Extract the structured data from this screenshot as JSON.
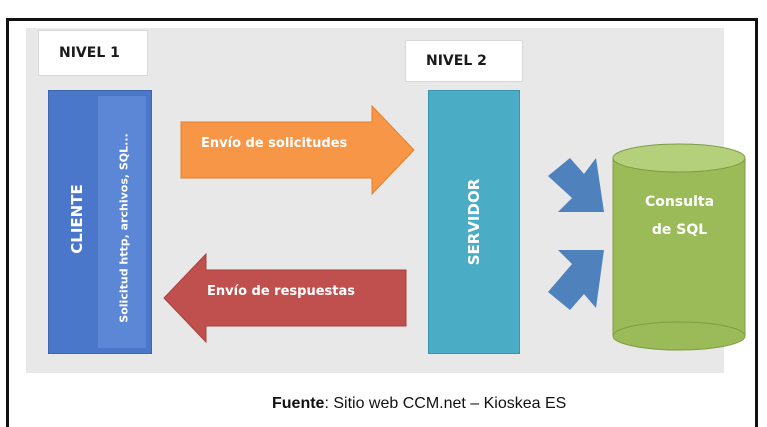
{
  "levels": {
    "level1": "NIVEL 1",
    "level2": "NIVEL 2"
  },
  "client": {
    "label": "CLIENTE",
    "sublabel": "Solicitud http, archivos, SQL..."
  },
  "server": {
    "label": "SERVIDOR"
  },
  "arrows": {
    "requests": "Envío de solicitudes",
    "responses": "Envío de respuestas"
  },
  "database": {
    "line1": "Consulta",
    "line2": "de SQL"
  },
  "caption": {
    "source_label": "Fuente",
    "source_text": ": Sitio web CCM.net – Kioskea ES"
  },
  "colors": {
    "client": "#4a77c9",
    "server": "#4bacc6",
    "request_arrow": "#f79646",
    "response_arrow": "#c0504d",
    "database": "#9bbb59",
    "small_arrows": "#4f81bd"
  }
}
